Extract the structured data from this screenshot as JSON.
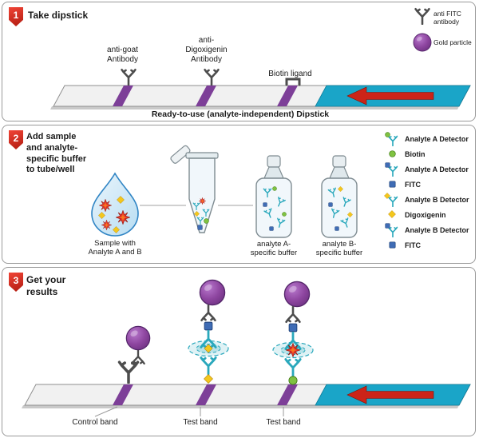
{
  "colors": {
    "purple": "#7d3f98",
    "teal": "#1aa5c8",
    "red": "#cc2418",
    "detector": "#2aa8bc",
    "green": "#7fc241",
    "blue": "#3f6cb5",
    "yellow": "#f3c71d",
    "gray": "#4d4d4d",
    "strip": "#f1f1f1"
  },
  "icons": {
    "anti_fitc_antibody": "antibody-y-icon",
    "gold_particle": "gold-particle-circle-icon",
    "flow_arrow": "left-arrow-icon",
    "analyte_a": "red-starburst-icon",
    "analyte_b": "yellow-diamond-icon"
  },
  "panel1": {
    "step": "1",
    "title": "Take dipstick",
    "legend": {
      "anti_fitc": "anti FITC\nantibody",
      "gold": "Gold particle"
    },
    "band_labels": {
      "band1": "anti-goat\nAntibody",
      "band2": "anti-\nDigoxigenin\nAntibody",
      "band3": "Biotin ligand"
    },
    "caption": "Ready-to-use (analyte-independent) Dipstick"
  },
  "panel2": {
    "step": "2",
    "title": "Add sample\nand analyte-\nspecific buffer\nto tube/well",
    "sample_label": "Sample with\nAnalyte A and B",
    "bottle_a_label": "analyte A-\nspecific buffer",
    "bottle_b_label": "analyte B-\nspecific buffer",
    "legend": [
      {
        "icon": "detector-biotin",
        "label": "Analyte A Detector"
      },
      {
        "icon": "biotin",
        "label": "Biotin"
      },
      {
        "icon": "detector-fitc",
        "label": "Analyte A Detector"
      },
      {
        "icon": "fitc",
        "label": "FITC"
      },
      {
        "icon": "detector-digoxigenin",
        "label": "Analyte B Detector"
      },
      {
        "icon": "digoxigenin",
        "label": "Digoxigenin"
      },
      {
        "icon": "detector-fitc",
        "label": "Analyte B Detector"
      },
      {
        "icon": "fitc",
        "label": "FITC"
      }
    ]
  },
  "panel3": {
    "step": "3",
    "title": "Get your\nresults",
    "band_labels": [
      "Control band",
      "Test band",
      "Test band"
    ]
  }
}
